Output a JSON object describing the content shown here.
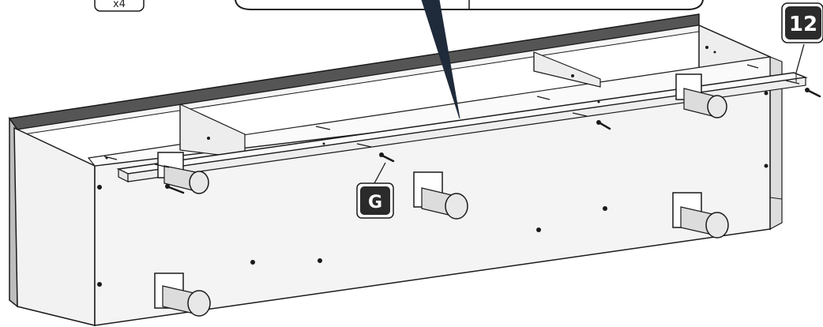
{
  "step": {
    "number": "12"
  },
  "part_label": {
    "letter": "G"
  },
  "quantity_tag": {
    "text": "x4"
  },
  "colors": {
    "outline": "#1a1a1a",
    "panel_face": "#efefef",
    "panel_inner": "#f7f7f7",
    "back_top_band": "#555555",
    "badge_fill": "#2b2b2b",
    "callout_pointer": "#1f2a3a"
  },
  "icons": {
    "screw": "screw-icon",
    "leg": "leg-icon",
    "rail": "rail-icon"
  }
}
